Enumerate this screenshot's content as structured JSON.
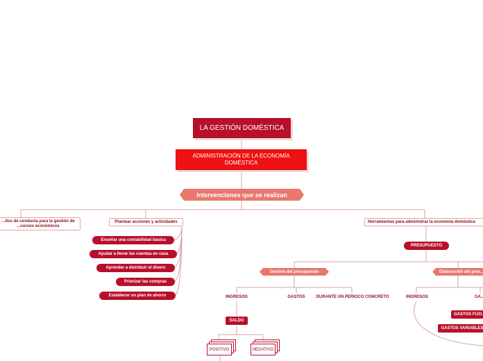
{
  "root": {
    "label": "LA GESTIÓN DOMÉSTICA"
  },
  "admin": {
    "label": "ADMINISTRACIÓN DE LA ECONOMÍA DOMÉSTICA"
  },
  "interventions": {
    "label": "Intervenciones que se realizan"
  },
  "branches": {
    "conducta": "...itos de conducta para la gestión de ...cursos económicos",
    "plantear": "Plantear acciones y actividades",
    "herramientas": "Herramientas para administrar la economía doméstica"
  },
  "actions": [
    "Enseñar una contabilidad básica",
    "Ayudar a llevar las cuentas en casa",
    "Aprender a distribuir el dinero",
    "Priorizar las compras",
    "Establecer un plan de ahorro"
  ],
  "presupuesto": "PRESUPUESTO",
  "gestion": {
    "label": "Gestión del presupuesto",
    "ingresos": "INGRESOS",
    "gastos": "GASTOS",
    "periodo": "DURANTE UN PERIOCO CONCRETO",
    "saldo": "SALDO",
    "positivo": "POSITIVO",
    "negativo": "NEGATIVO"
  },
  "elaboracion": {
    "label": "Elaboración del pres...",
    "ingresos": "INGRESOS",
    "gastos": "GA...",
    "fijos": "GASTOS FIJO...",
    "variables": "GASTOS VARIABLES"
  },
  "colors": {
    "primary": "#b8102b",
    "accent": "#ee1111",
    "salmon": "#e8786c",
    "line": "#d9a0a8"
  }
}
